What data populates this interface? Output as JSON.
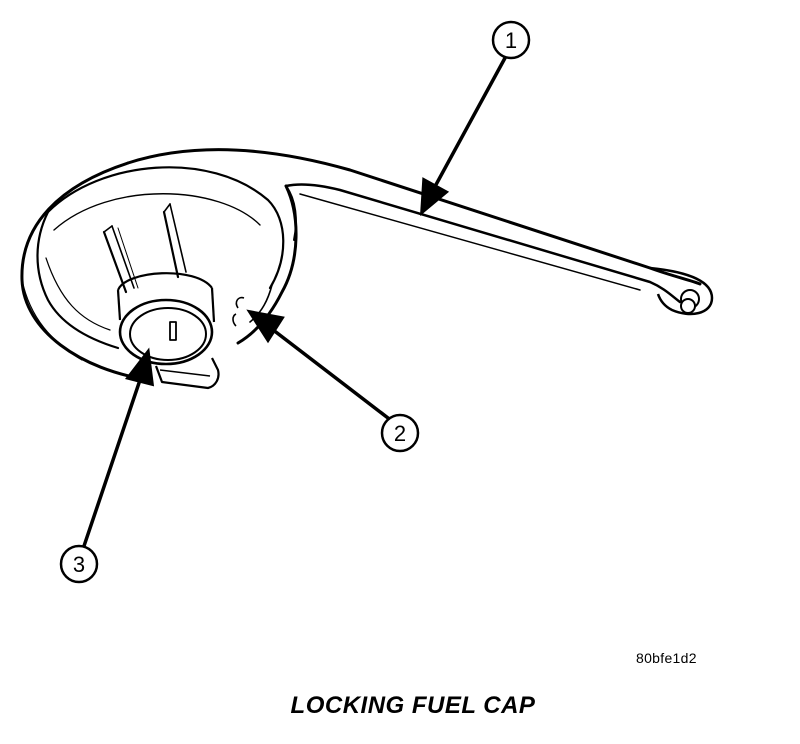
{
  "callouts": [
    {
      "number": "1"
    },
    {
      "number": "2"
    },
    {
      "number": "3"
    }
  ],
  "figure_code": "80bfe1d2",
  "caption": "LOCKING FUEL CAP",
  "colors": {
    "ink": "#000000",
    "background": "#ffffff"
  }
}
